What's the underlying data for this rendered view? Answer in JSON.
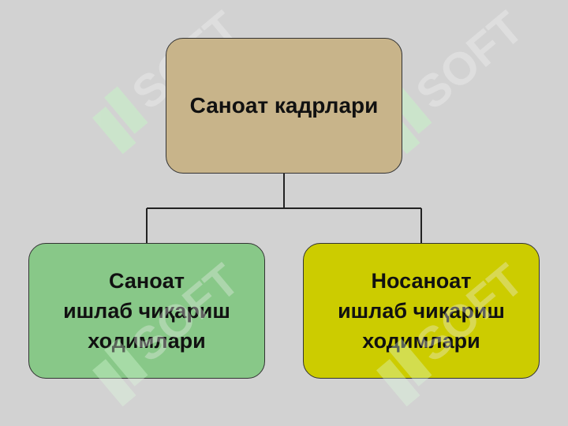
{
  "watermark": {
    "text": "SOFT"
  },
  "diagram": {
    "root": {
      "label": "Саноат кадрлари"
    },
    "children": [
      {
        "lines": [
          "Саноат",
          "ишлаб чиқариш",
          "ходимлари"
        ],
        "color": "#88c888"
      },
      {
        "lines": [
          "Носаноат",
          "ишлаб чиқариш",
          "ходимлари"
        ],
        "color": "#cccc00"
      }
    ],
    "colors": {
      "root": "#c8b48a",
      "line": "#222222",
      "background": "#d2d2d2"
    }
  }
}
